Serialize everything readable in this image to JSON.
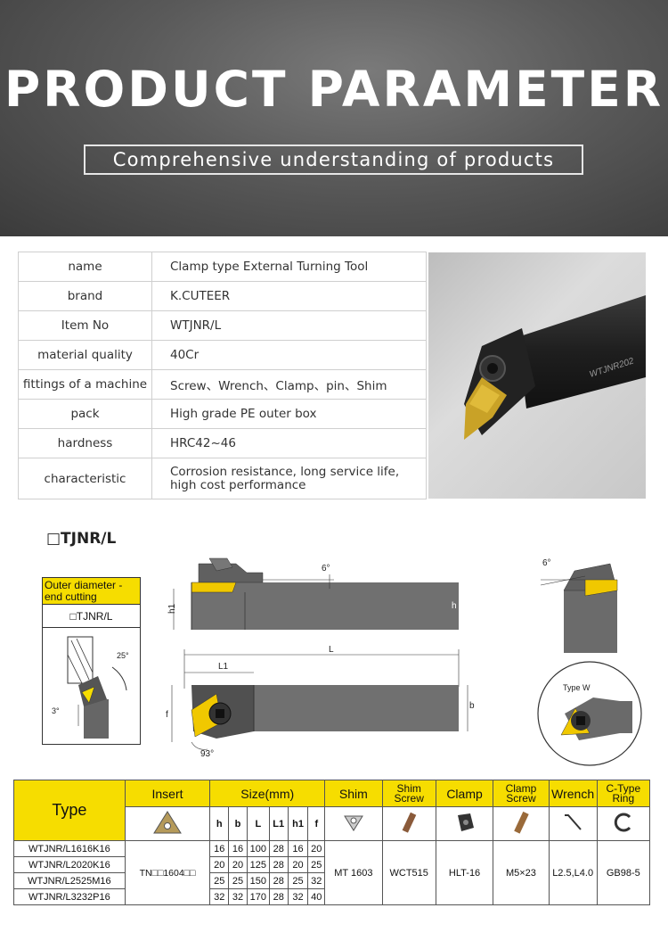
{
  "banner": {
    "title": "PRODUCT PARAMETER",
    "subtitle": "Comprehensive understanding of products"
  },
  "specs": [
    {
      "key": "name",
      "value": "Clamp type External Turning Tool"
    },
    {
      "key": "brand",
      "value": "K.CUTEER"
    },
    {
      "key": "Item No",
      "value": "WTJNR/L"
    },
    {
      "key": "material quality",
      "value": "40Cr"
    },
    {
      "key": "fittings of a machine",
      "value": "Screw、Wrench、Clamp、pin、Shim"
    },
    {
      "key": "pack",
      "value": "High grade PE outer box"
    },
    {
      "key": "hardness",
      "value": "HRC42~46"
    },
    {
      "key": "characteristic",
      "value": "Corrosion resistance, long service life, high cost performance"
    }
  ],
  "photo": {
    "engraving": "WTJNR202"
  },
  "drawing": {
    "series_label": "□TJNR/L",
    "legend_title": "Outer diameter - end cutting",
    "legend_name": "□TJNR/L",
    "angle_6": "6°",
    "angle_25": "25°",
    "angle_3": "3°",
    "angle_93": "93°",
    "dim_h1": "h1",
    "dim_h": "h",
    "dim_L": "L",
    "dim_L1": "L1",
    "dim_f": "f",
    "dim_b": "b",
    "type_w": "Type W"
  },
  "table": {
    "col_type": "Type",
    "col_insert": "Insert",
    "col_size": "Size(mm)",
    "col_shim": "Shim",
    "col_shim_screw_1": "Shim",
    "col_shim_screw_2": "Screw",
    "col_clamp": "Clamp",
    "col_clamp_screw_1": "Clamp",
    "col_clamp_screw_2": "Screw",
    "col_wrench": "Wrench",
    "col_ring_1": "C-Type",
    "col_ring_2": "Ring",
    "size_cols": [
      "h",
      "b",
      "L",
      "L1",
      "h1",
      "f"
    ],
    "rows": [
      {
        "model": "WTJNR/L1616K16",
        "sizes": [
          "16",
          "16",
          "100",
          "28",
          "16",
          "20"
        ]
      },
      {
        "model": "WTJNR/L2020K16",
        "sizes": [
          "20",
          "20",
          "125",
          "28",
          "20",
          "25"
        ]
      },
      {
        "model": "WTJNR/L2525M16",
        "sizes": [
          "25",
          "25",
          "150",
          "28",
          "25",
          "32"
        ]
      },
      {
        "model": "WTJNR/L3232P16",
        "sizes": [
          "32",
          "32",
          "170",
          "28",
          "32",
          "40"
        ]
      }
    ],
    "insert": "TN□□1604□□",
    "shim": "MT 1603",
    "shim_screw": "WCT515",
    "clamp": "HLT-16",
    "clamp_screw": "M5×23",
    "wrench": "L2.5,L4.0",
    "ring": "GB98-5"
  },
  "colors": {
    "accent": "#f6dd00",
    "banner": "#5a5a5a"
  }
}
